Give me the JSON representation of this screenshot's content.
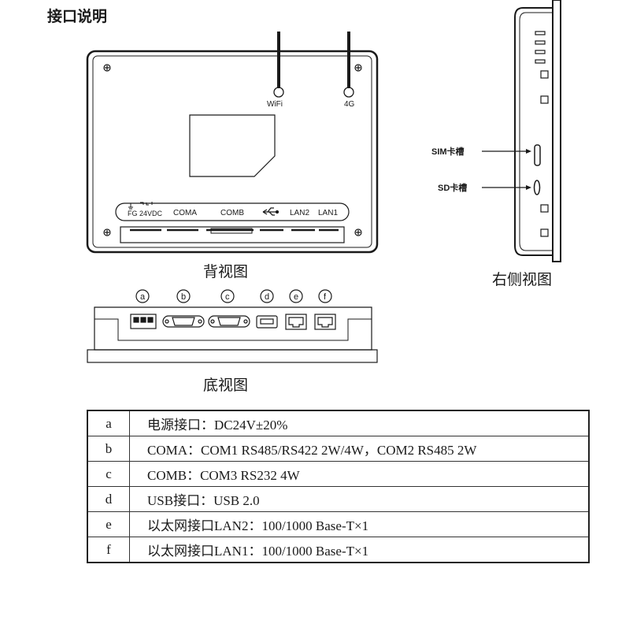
{
  "heading": "接口说明",
  "back_view": {
    "caption": "背视图",
    "antenna_labels": [
      "WiFi",
      "4G"
    ],
    "port_labels": [
      "FG 24VDC",
      "COMA",
      "COMB",
      "LAN2",
      "LAN1"
    ],
    "usb_icon": "usb-icon"
  },
  "side_view": {
    "caption": "右侧视图",
    "sim_label": "SIM卡槽",
    "sd_label": "SD卡槽"
  },
  "bottom_view": {
    "caption": "底视图",
    "port_letters": [
      "a",
      "b",
      "c",
      "d",
      "e",
      "f"
    ]
  },
  "spec_table": {
    "rows": [
      {
        "key": "a",
        "value": "电源接口：DC24V±20%"
      },
      {
        "key": "b",
        "value": "COMA：COM1 RS485/RS422 2W/4W，COM2 RS485 2W"
      },
      {
        "key": "c",
        "value": "COMB：COM3 RS232 4W"
      },
      {
        "key": "d",
        "value": "USB接口：USB 2.0"
      },
      {
        "key": "e",
        "value": "以太网接口LAN2：100/1000 Base-T×1"
      },
      {
        "key": "f",
        "value": "以太网接口LAN1：100/1000 Base-T×1"
      }
    ]
  }
}
